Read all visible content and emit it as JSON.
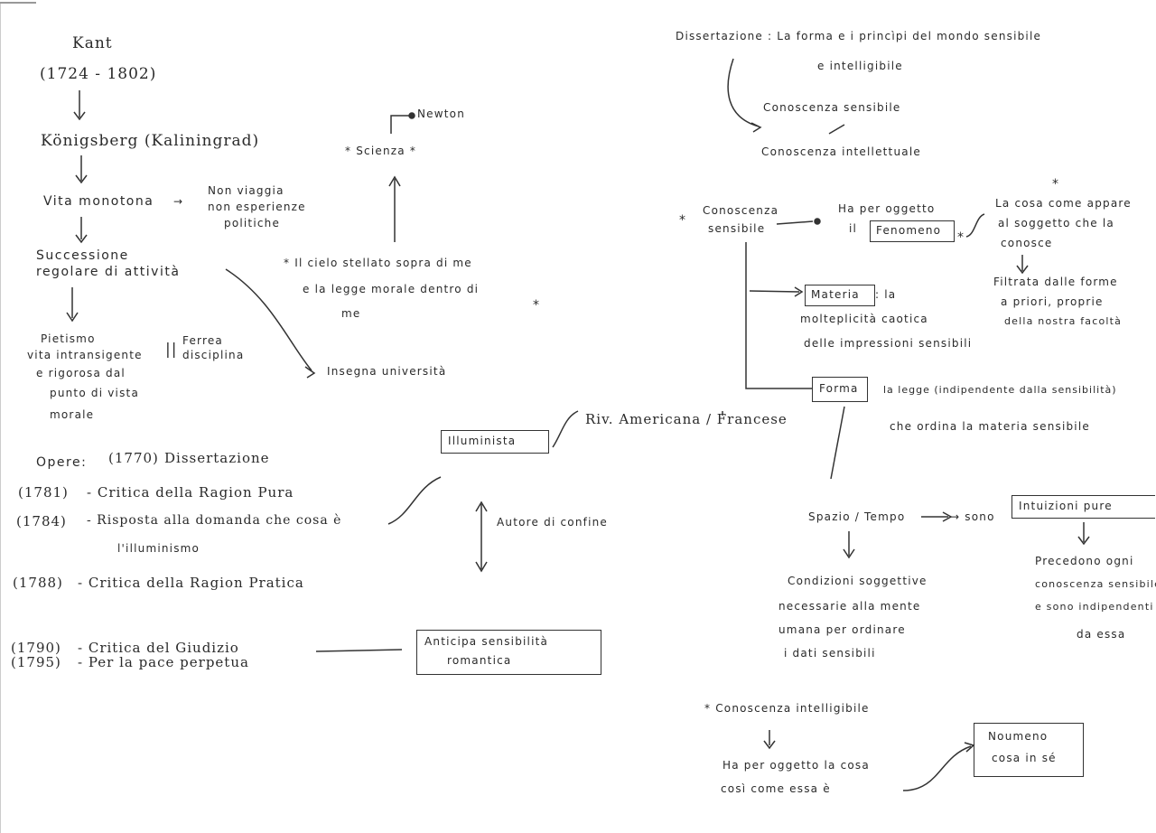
{
  "left": {
    "kant": "Kant",
    "dates": "(1724 - 1802)",
    "city": "Königsberg (Kaliningrad)",
    "vita": "Vita monotona",
    "vita_note": [
      "Non viaggia",
      "non esperienze",
      "politiche"
    ],
    "succ": [
      "Successione",
      "regolare di attività"
    ],
    "pietismo": [
      "Pietismo",
      "vita intransigente",
      "e rigorosa dal",
      "punto di vista",
      "morale"
    ],
    "ferrea": [
      "Ferrea",
      "disciplina"
    ],
    "separator": "||",
    "cielo": [
      "* Il cielo stellato sopra di me",
      "e la legge morale dentro di",
      "me"
    ],
    "asterisk_right": "*",
    "scienza": "* Scienza *",
    "newton": "Newton",
    "insegna": "Insegna università",
    "illuminista": "Illuminista",
    "riv": "Riv. Americana / Francese",
    "autore": "Autore di confine",
    "anticipa": [
      "Anticipa sensibilità",
      "romantica"
    ],
    "opere_label": "Opere:",
    "opere": [
      {
        "year": "(1770)",
        "title": "Dissertazione"
      },
      {
        "year": "(1781)",
        "title": "- Critica della Ragion Pura"
      },
      {
        "year": "(1784)",
        "title": "- Risposta alla domanda che cosa è"
      },
      {
        "year": "",
        "title": "l'illuminismo"
      },
      {
        "year": "(1788)",
        "title": "- Critica della Ragion Pratica"
      },
      {
        "year": "(1790)",
        "title": "- Critica del Giudizio"
      },
      {
        "year": "(1795)",
        "title": "- Per la pace perpetua"
      }
    ]
  },
  "right": {
    "dissertazione": [
      "Dissertazione : La forma e i princìpi del mondo sensibile",
      "e intelligibile"
    ],
    "con_sens": "Conoscenza sensibile",
    "con_int": "Conoscenza intellettuale",
    "con_sens2": [
      "Conoscenza",
      "sensibile"
    ],
    "star": "*",
    "ha_per": [
      "Ha per oggetto",
      "il"
    ],
    "fenomeno": "Fenomeno",
    "cosa_appare": [
      "La cosa come appare",
      "al soggetto che la",
      "conosce"
    ],
    "filtrata": [
      "Filtrata dalle forme",
      "a priori, proprie",
      "della nostra facoltà"
    ],
    "materia": "Materia",
    "materia_def": [
      ": la",
      "molteplicità caotica",
      "delle impressioni sensibili"
    ],
    "forma": "Forma",
    "forma_def": [
      "la legge (indipendente dalla sensibilità)",
      "che ordina la materia sensibile"
    ],
    "spazio": "Spazio / Tempo",
    "sono": "→ sono",
    "intuizioni": "Intuizioni pure",
    "condizioni": [
      "Condizioni soggettive",
      "necessarie alla mente",
      "umana per ordinare",
      "i dati sensibili"
    ],
    "precedono": [
      "Precedono ogni",
      "conoscenza sensibile",
      "e sono indipendenti",
      "da essa"
    ],
    "con_intell": "* Conoscenza intelligibile",
    "ha_per2": [
      "Ha per oggetto la cosa",
      "così come essa è"
    ],
    "noumeno": [
      "Noumeno",
      "cosa in sé"
    ]
  }
}
